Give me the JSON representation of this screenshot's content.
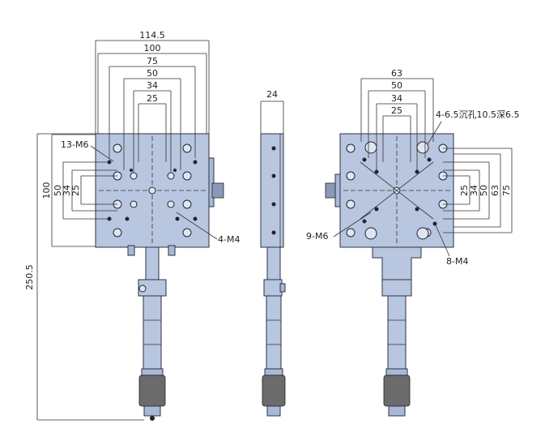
{
  "front_view": {
    "width_dims": [
      "114.5",
      "100",
      "75",
      "50",
      "34",
      "25"
    ],
    "height_dims": [
      "100",
      "50",
      "34",
      "25"
    ],
    "total_height": "250.5",
    "callout_m6": "13-M6",
    "callout_m4": "4-M4"
  },
  "side_view": {
    "thickness": "24"
  },
  "back_view": {
    "width_dims": [
      "63",
      "50",
      "34",
      "25"
    ],
    "height_dims": [
      "25",
      "34",
      "50",
      "63",
      "75"
    ],
    "callout_counterbore": "4-6.5沉孔10.5深6.5",
    "callout_m6": "9-M6",
    "callout_m4": "8-M4"
  },
  "colors": {
    "plate": "#b9c6df",
    "outline": "#2b3346"
  }
}
